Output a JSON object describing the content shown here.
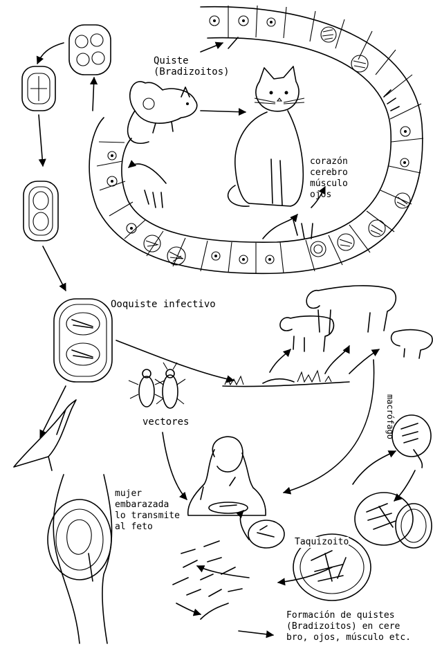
{
  "labels": {
    "quiste": "Quiste\n(Bradizoitos)",
    "organos": "corazón\ncerebro\nmúsculo\nojos",
    "ooquiste": "Ooquiste infectivo",
    "vectores": "vectores",
    "macrofago": "macrófago",
    "mujer": "mujer\nembarazada\nlo transmite\nal feto",
    "taquizoito": "Taquizoito",
    "formacion": "Formación de quistes\n(Bradizoitos) en cere\nbro, ojos, músculo etc."
  }
}
